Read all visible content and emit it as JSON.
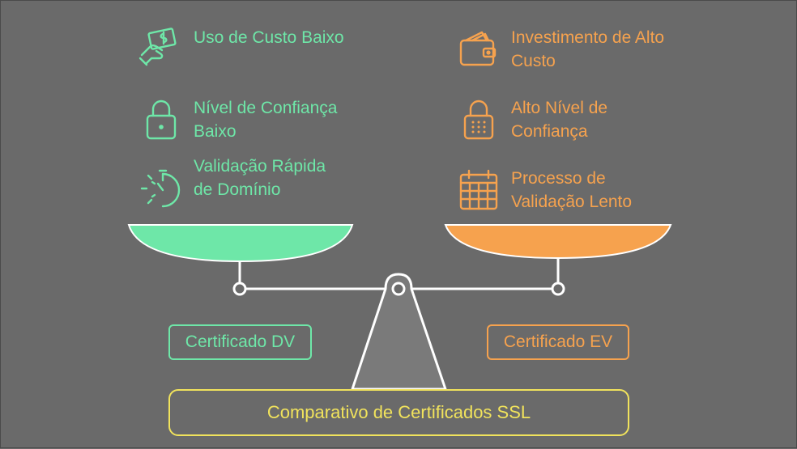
{
  "colors": {
    "background": "#6a6a6a",
    "green": "#6ee7a8",
    "orange": "#f6a24e",
    "yellow": "#f1e35c",
    "white": "#ffffff",
    "base_fill": "#7a7a7a"
  },
  "left": {
    "features": [
      {
        "icon": "money-hand-icon",
        "label": "Uso de Custo Baixo"
      },
      {
        "icon": "padlock-icon",
        "label": "Nível de Confiança Baixo"
      },
      {
        "icon": "stopwatch-icon",
        "label": "Validação Rápida de Domínio"
      }
    ],
    "certificate_label": "Certificado DV"
  },
  "right": {
    "features": [
      {
        "icon": "wallet-icon",
        "label": "Investimento de Alto Custo"
      },
      {
        "icon": "keypad-lock-icon",
        "label": "Alto Nível de Confiança"
      },
      {
        "icon": "calendar-icon",
        "label": "Processo de Validação Lento"
      }
    ],
    "certificate_label": "Certificado EV"
  },
  "title": "Comparativo de Certificados SSL"
}
